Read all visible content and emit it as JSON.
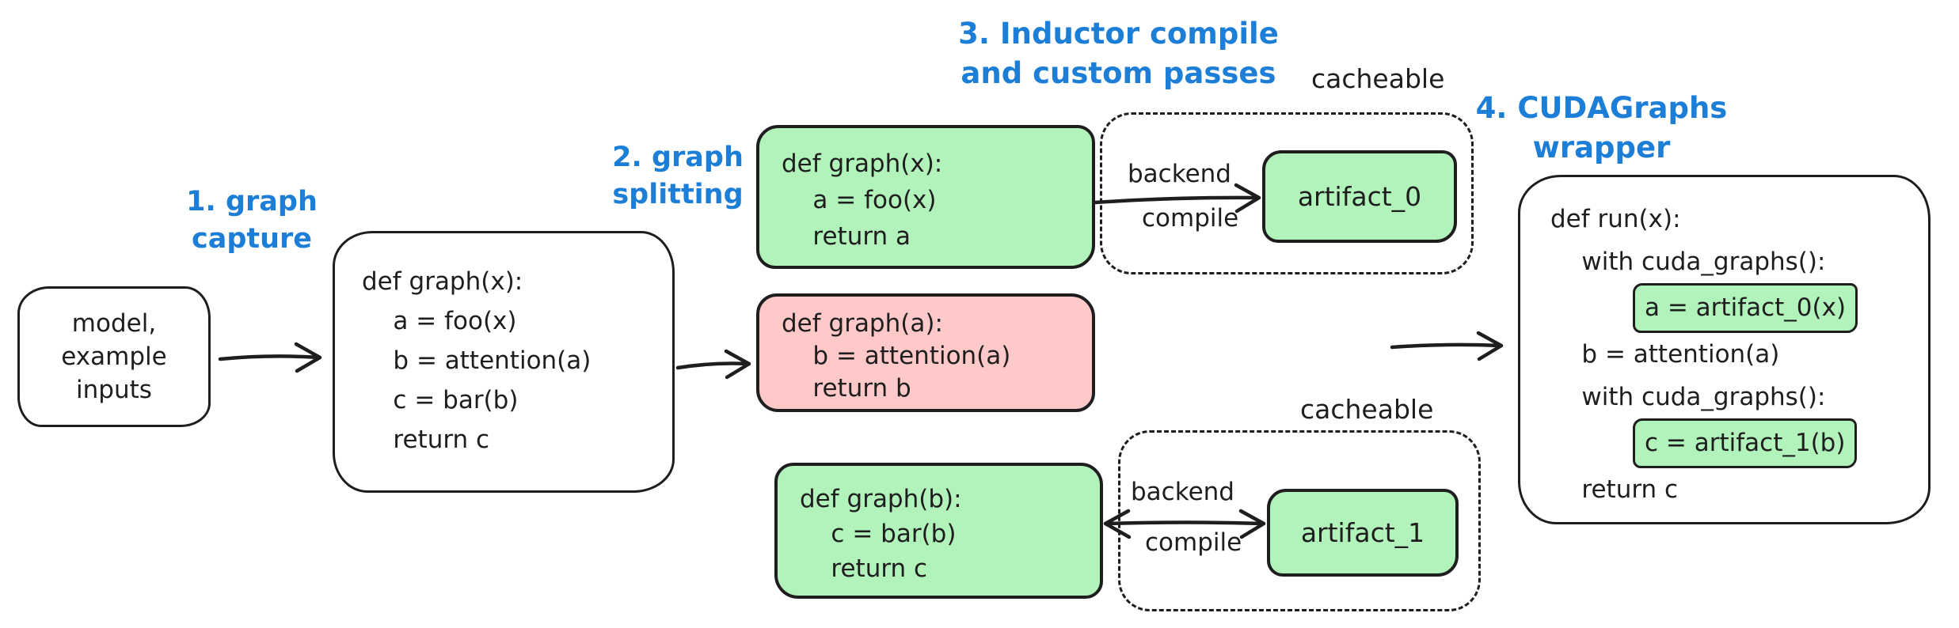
{
  "colors": {
    "stroke": "#1e1e1e",
    "accent_blue": "#1c7ed6",
    "green_fill": "#b2f2bb",
    "red_fill": "#ffc9c9"
  },
  "step_labels": {
    "step1": {
      "line1": "1. graph",
      "line2": "capture"
    },
    "step2": {
      "line1": "2. graph",
      "line2": "splitting"
    },
    "step3": {
      "line1": "3. Inductor compile",
      "line2": "and custom passes"
    },
    "step4": {
      "line1": "4. CUDAGraphs",
      "line2": "wrapper"
    }
  },
  "model_box": {
    "lines": [
      "model,",
      "example",
      "inputs"
    ]
  },
  "graph_capture_box": {
    "lines": [
      "def graph(x):",
      "    a = foo(x)",
      "    b = attention(a)",
      "    c = bar(b)",
      "    return c"
    ]
  },
  "split_boxes": {
    "graph_x": {
      "lines": [
        "def graph(x):",
        "    a = foo(x)",
        "    return a"
      ]
    },
    "graph_a": {
      "lines": [
        "def graph(a):",
        "    b = attention(a)",
        "    return b"
      ]
    },
    "graph_b": {
      "lines": [
        "def graph(b):",
        "    c = bar(b)",
        "    return c"
      ]
    }
  },
  "inductor_top": {
    "cacheable_label": "cacheable",
    "arrow_label_top": "backend",
    "arrow_label_bottom": "compile",
    "artifact_label": "artifact_0"
  },
  "inductor_bottom": {
    "cacheable_label": "cacheable",
    "arrow_label_top": "backend",
    "arrow_label_bottom": "compile",
    "artifact_label": "artifact_1"
  },
  "run_box": {
    "line1": "def run(x):",
    "line2": "    with cuda_graphs():",
    "chip1": "a = artifact_0(x)",
    "line4": "    b = attention(a)",
    "line5": "    with cuda_graphs():",
    "chip2": "c = artifact_1(b)",
    "line7": "    return c"
  }
}
